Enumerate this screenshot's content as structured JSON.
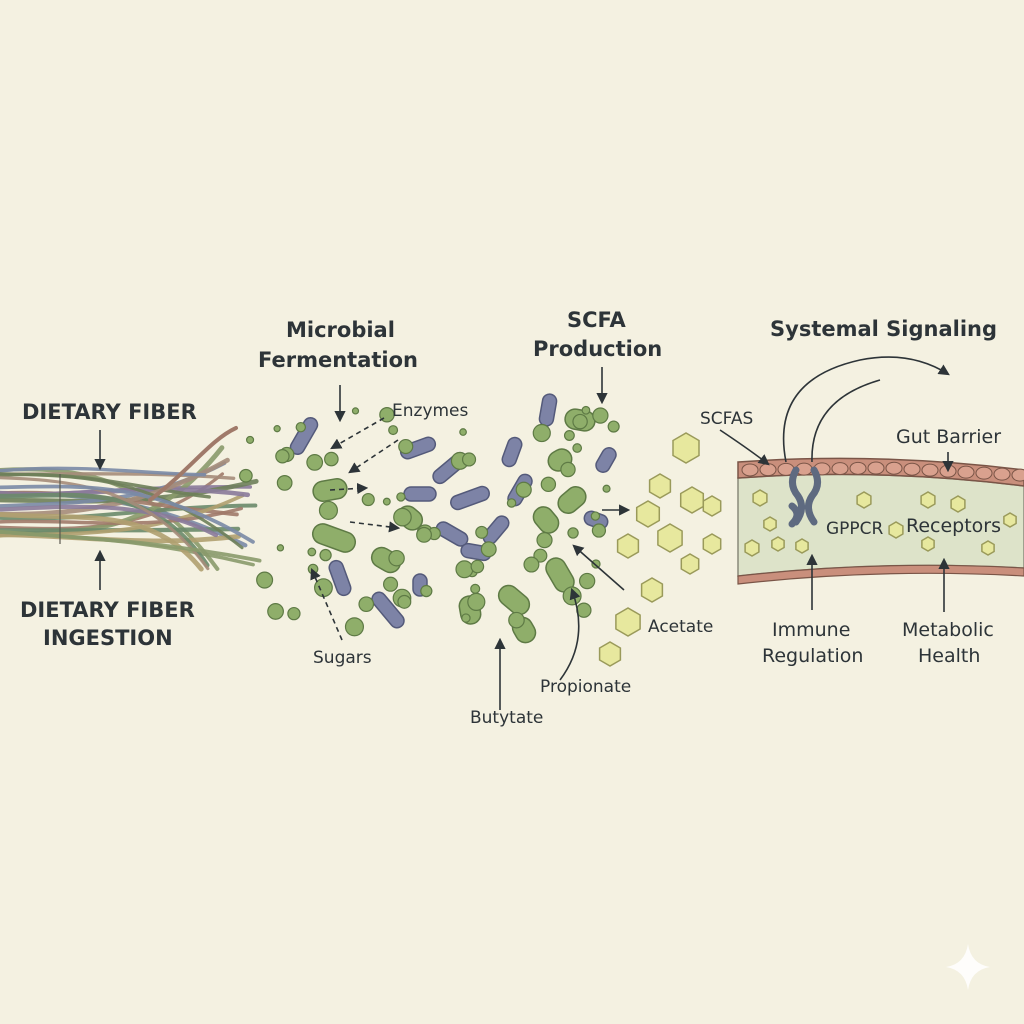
{
  "labels": {
    "dietary_fiber": "DIETARY FIBER",
    "dietary_fiber_ingestion_1": "DIETARY FIBER",
    "dietary_fiber_ingestion_2": "INGESTION",
    "microbial_fermentation_1": "Microbial",
    "microbial_fermentation_2": "Fermentation",
    "enzymes": "Enzymes",
    "sugars": "Sugars",
    "scfa_production_1": "SCFA",
    "scfa_production_2": "Production",
    "butyrate": "Butytate",
    "propionate": "Propionate",
    "acetate": "Acetate",
    "scfas": "SCFAS",
    "systemal_signaling": "Systemal Signaling",
    "gut_barrier": "Gut Barrier",
    "gppcr": "GPPCR",
    "receptors": "Receptors",
    "immune_regulation_1": "Immune",
    "immune_regulation_2": "Regulation",
    "metabolic_health_1": "Metabolic",
    "metabolic_health_2": "Health"
  },
  "colors": {
    "background": "#f4f1e1",
    "text": "#2d3438",
    "bacteria_green": "#8fae6a",
    "bacteria_blue": "#7d83a6",
    "scfa_hexagon": "#e7e89e",
    "gut_wall": "#c98f7c",
    "gut_lumen": "#dde3c9"
  },
  "icons": [
    "sparkle-icon"
  ]
}
